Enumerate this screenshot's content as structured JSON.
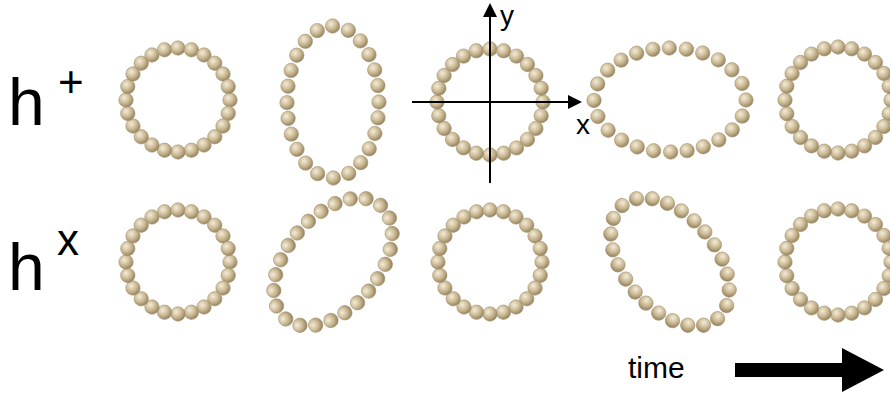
{
  "diagram": {
    "labels": [
      "h",
      "+",
      "y",
      "x",
      "h",
      "x",
      "time"
    ]
  }
}
